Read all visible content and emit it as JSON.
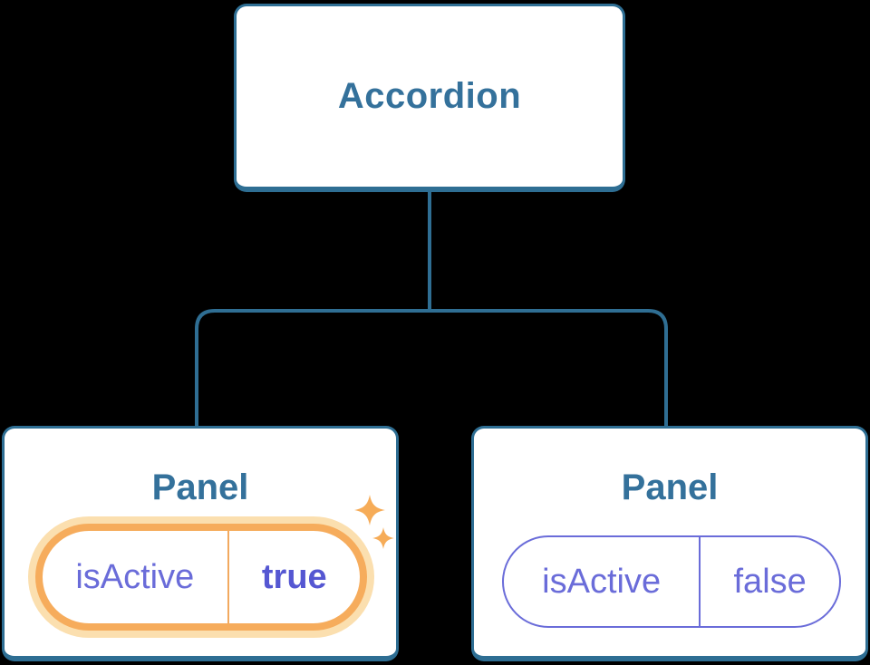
{
  "colors": {
    "background": "#000000",
    "node_fill": "#ffffff",
    "node_border": "#2E6E93",
    "node_text": "#34719B",
    "connector": "#2F6E93",
    "state_text": "#6A6CD9",
    "state_value_active_text": "#5557D2",
    "active_ring": "#F6AC5C",
    "active_halo": "#FBDFAF",
    "active_divider": "#F2A95F",
    "inactive_border": "#6A6CD9",
    "sparkle": "#F6AC58"
  },
  "diagram": {
    "root": {
      "label": "Accordion"
    },
    "panels": [
      {
        "title": "Panel",
        "active": true,
        "state": {
          "key": "isActive",
          "value": "true"
        }
      },
      {
        "title": "Panel",
        "active": false,
        "state": {
          "key": "isActive",
          "value": "false"
        }
      }
    ]
  }
}
